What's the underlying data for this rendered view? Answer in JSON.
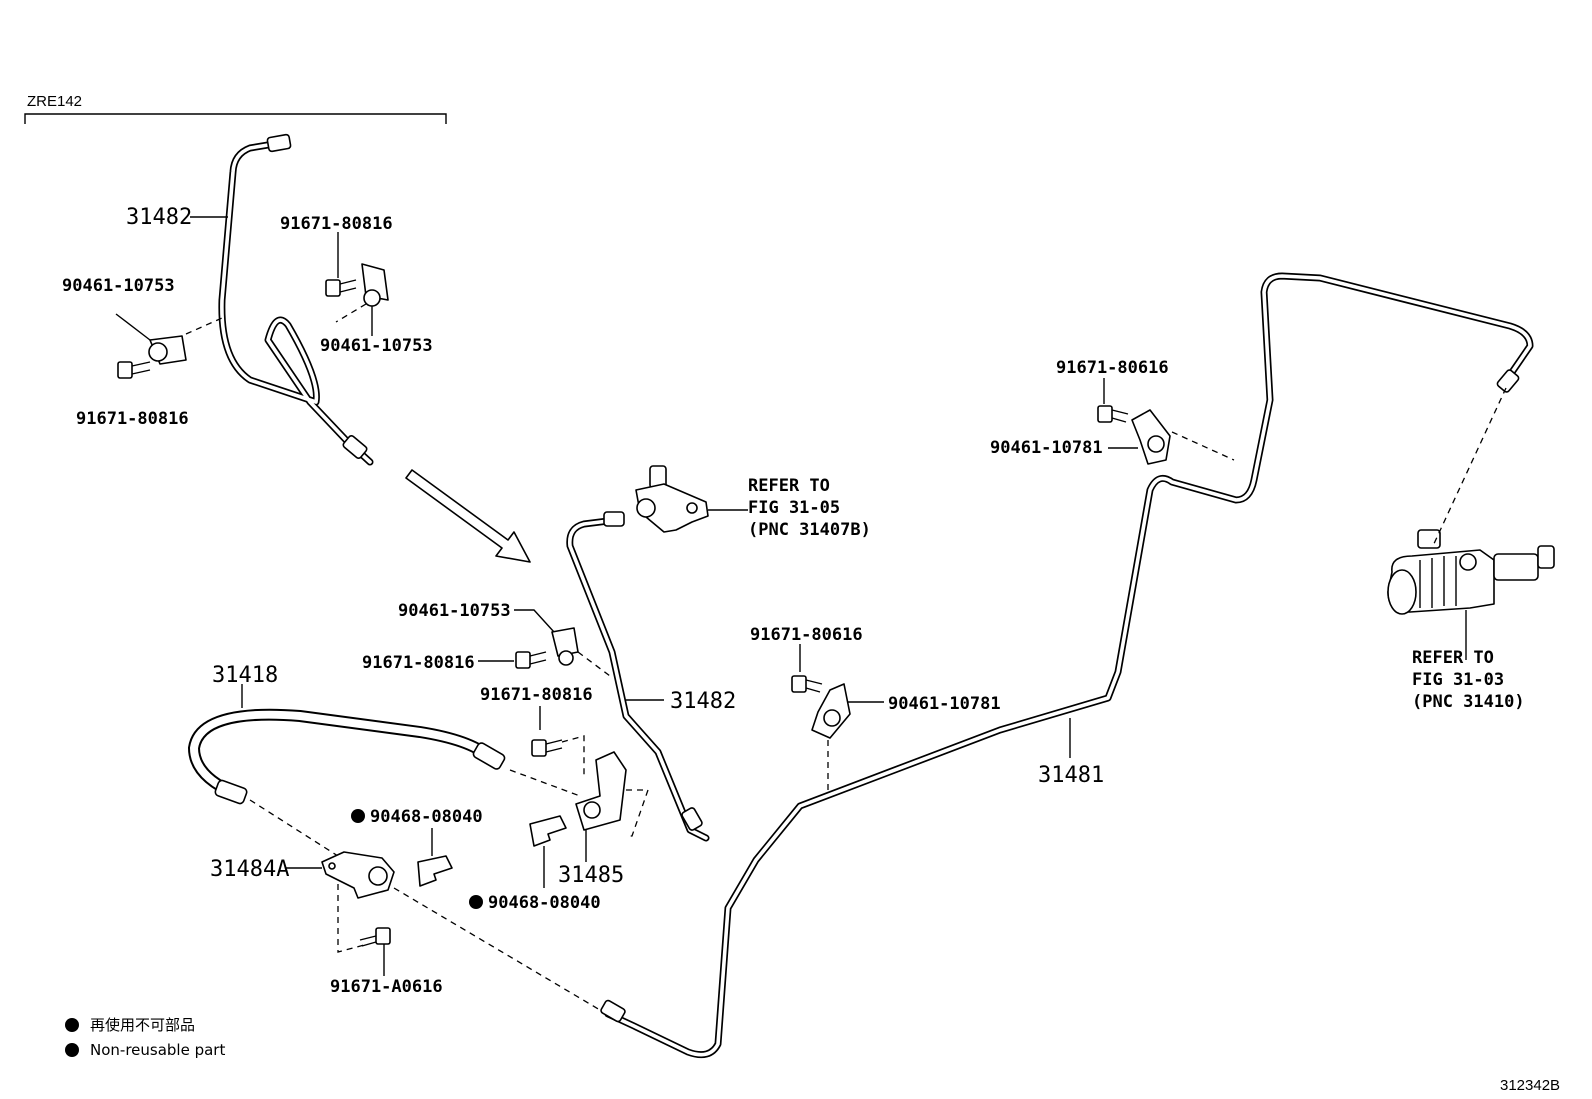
{
  "model_code": "ZRE142",
  "figure_id": "312342B",
  "refer_a": {
    "line1": "REFER TO",
    "line2": "FIG 31-05",
    "line3": "(PNC 31407B)"
  },
  "refer_b": {
    "line1": "REFER TO",
    "line2": "FIG 31-03",
    "line3": "(PNC 31410)"
  },
  "legend": {
    "jp": "再使用不可部品",
    "en": "Non-reusable part"
  },
  "labels": {
    "p31482_top": "31482",
    "p91671_80816_a": "91671-80816",
    "p90461_10753_a": "90461-10753",
    "p90461_10753_b": "90461-10753",
    "p91671_80816_b": "91671-80816",
    "p91671_80616_a": "91671-80616",
    "p90461_10781_a": "90461-10781",
    "p90461_10753_c": "90461-10753",
    "p91671_80816_c": "91671-80816",
    "p91671_80816_d": "91671-80816",
    "p31418": "31418",
    "p31482_mid": "31482",
    "p91671_80616_b": "91671-80616",
    "p90461_10781_b": "90461-10781",
    "p31481": "31481",
    "p90468_08040_a": "90468-08040",
    "p90468_08040_b": "90468-08040",
    "p31485": "31485",
    "p31484A": "31484A",
    "p91671_A0616": "91671-A0616"
  }
}
